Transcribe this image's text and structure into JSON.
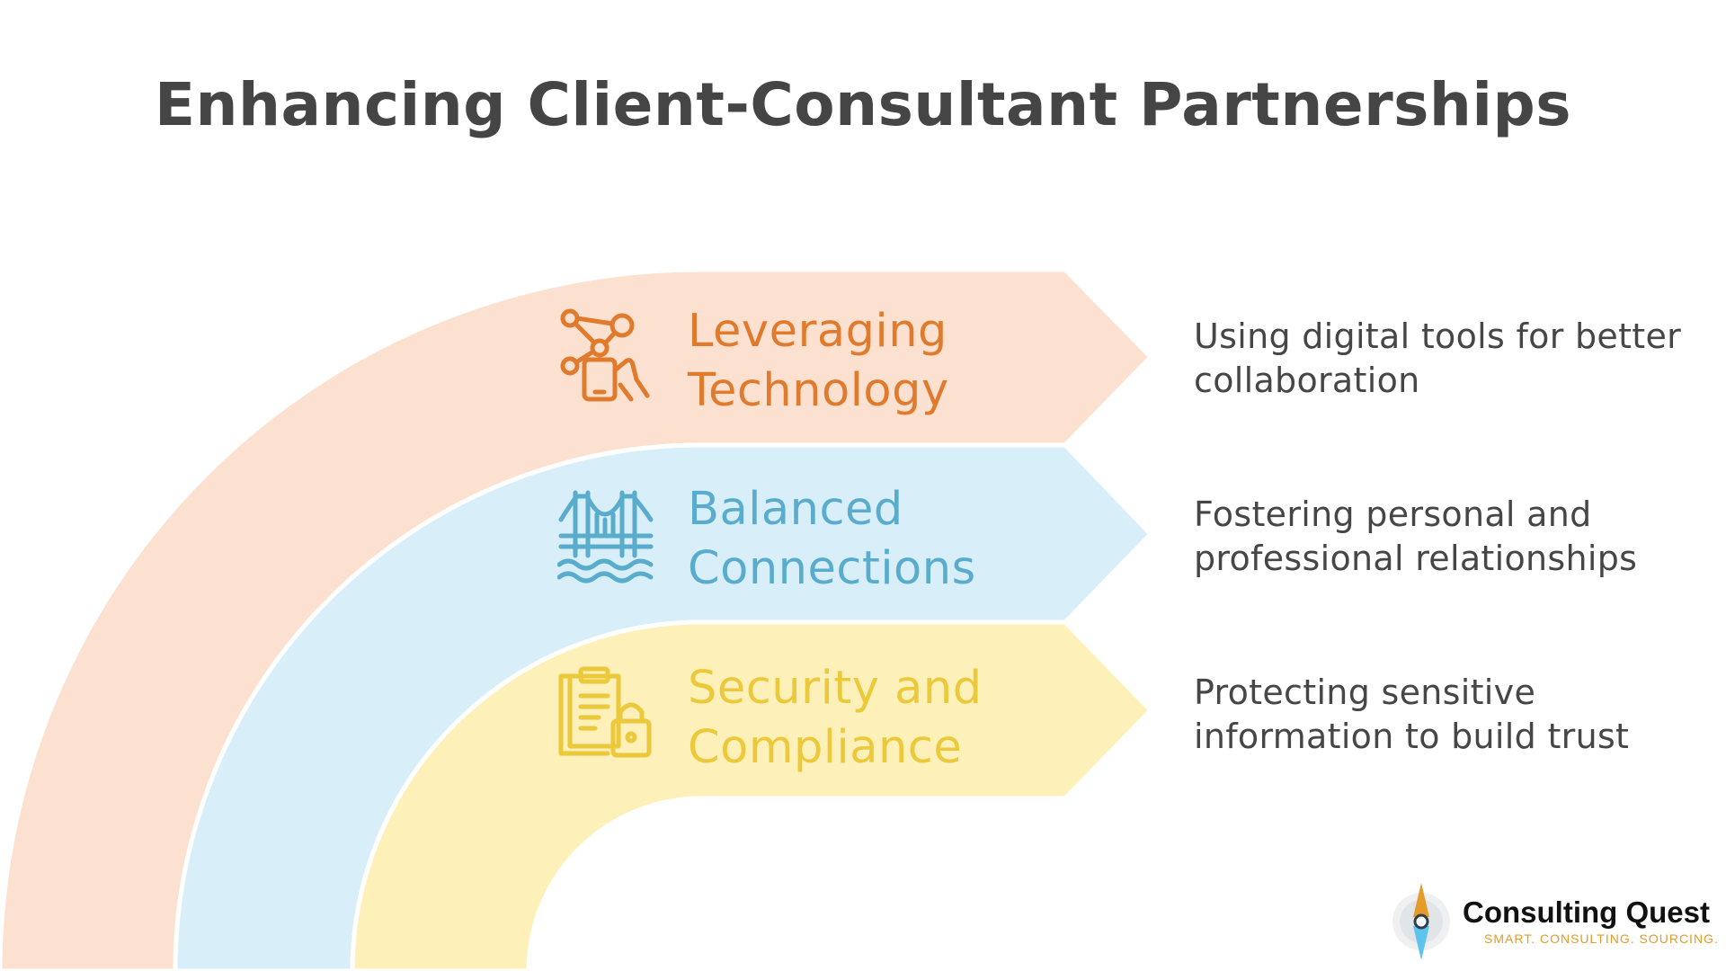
{
  "title": "Enhancing Client-Consultant Partnerships",
  "items": [
    {
      "title_lines": [
        "Leveraging",
        "Technology"
      ],
      "description_lines": [
        "Using digital tools for better",
        "collaboration"
      ],
      "icon": "network-touch-phone-icon",
      "fill_color": "#fde1d0",
      "text_color": "#e07b2e"
    },
    {
      "title_lines": [
        "Balanced",
        "Connections"
      ],
      "description_lines": [
        "Fostering personal and",
        "professional relationships"
      ],
      "icon": "bridge-icon",
      "fill_color": "#d8eef9",
      "text_color": "#5aaccc"
    },
    {
      "title_lines": [
        "Security and",
        "Compliance"
      ],
      "description_lines": [
        "Protecting sensitive",
        "information to build trust"
      ],
      "icon": "clipboard-lock-icon",
      "fill_color": "#fdf0b8",
      "text_color": "#ecc93b"
    }
  ],
  "brand": {
    "name": "Consulting Quest",
    "tagline": "SMART. CONSULTING. SOURCING.",
    "icon": "compass-icon",
    "accent_color": "#e39b2a"
  }
}
